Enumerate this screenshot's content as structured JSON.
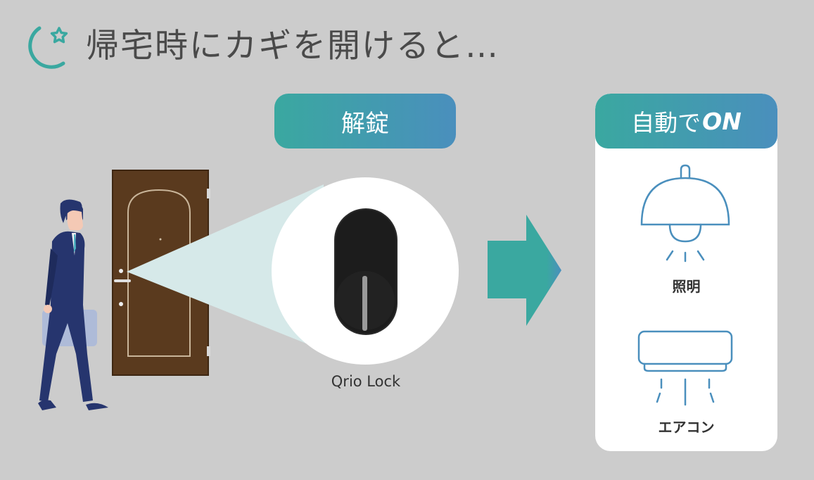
{
  "header": {
    "title": "帰宅時にカギを開けると…",
    "icon": "moon-star-icon",
    "accent_color": "#3aa8a0"
  },
  "unlock": {
    "label": "解錠"
  },
  "product": {
    "name": "Qrio Lock"
  },
  "automation": {
    "header_prefix": "自動で",
    "header_suffix": "ON",
    "devices": [
      {
        "label": "照明",
        "icon": "ceiling-lamp-icon"
      },
      {
        "label": "エアコン",
        "icon": "air-conditioner-icon"
      }
    ]
  },
  "colors": {
    "background": "#cccccc",
    "gradient_start": "#3aa8a0",
    "gradient_end": "#4a8fbd",
    "door": "#5a3a1e",
    "suit": "#26356e"
  }
}
